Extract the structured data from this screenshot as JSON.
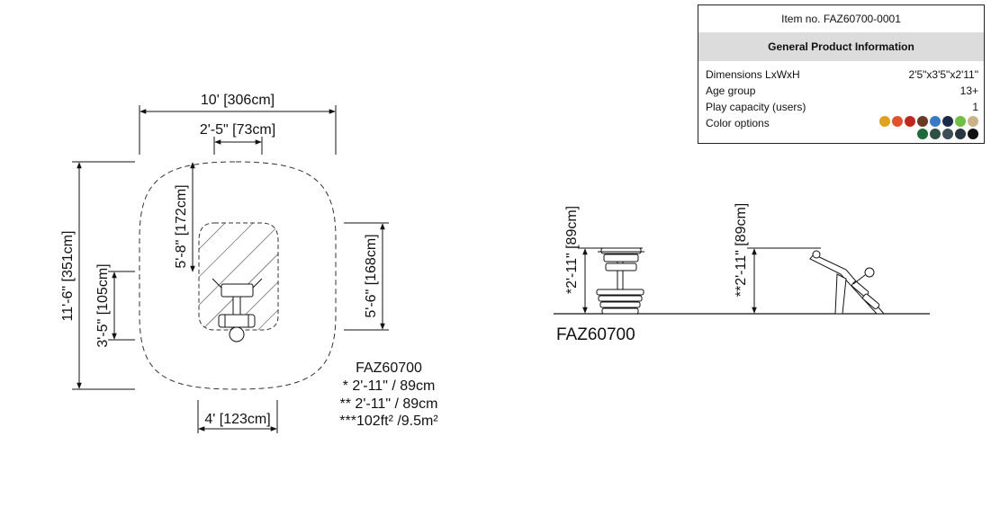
{
  "product": {
    "item_no": "Item no. FAZ60700-0001",
    "section_title": "General Product Information",
    "info": [
      {
        "label": "Dimensions LxWxH",
        "value": "2'5\"x3'5\"x2'11\""
      },
      {
        "label": "Age group",
        "value": "13+"
      },
      {
        "label": "Play capacity (users)",
        "value": "1"
      },
      {
        "label": "Color options",
        "value": ""
      }
    ],
    "color_options_row1": [
      "#e0a21c",
      "#e0522a",
      "#c0281e",
      "#6b3a24",
      "#3a79c8",
      "#1c2a4a",
      "#6fbf44",
      "#c9b48a"
    ],
    "color_options_row2": [
      "#1f6a3a",
      "#2d4f44",
      "#3c4f56",
      "#2a3542",
      "#111111"
    ]
  },
  "plan_view": {
    "dim_total_width": "10' [306cm]",
    "dim_equipment_width": "2'-5\" [73cm]",
    "dim_total_length": "11'-6\" [351cm]",
    "dim_equipment_length": "3'-5\" [105cm]",
    "dim_fall_depth": "5'-8\" [172cm]",
    "dim_fall_length": "5'-6\" [168cm]",
    "dim_bottom_width": "4' [123cm]",
    "code": "FAZ60700",
    "note1": "* 2'-11\" / 89cm",
    "note2": "** 2'-11\" / 89cm",
    "note3": "***102ft² /9.5m²"
  },
  "elevation_view": {
    "dim_front_height": "*2'-11\" [89cm]",
    "dim_side_height": "**2'-11\" [89cm]",
    "code": "FAZ60700"
  }
}
